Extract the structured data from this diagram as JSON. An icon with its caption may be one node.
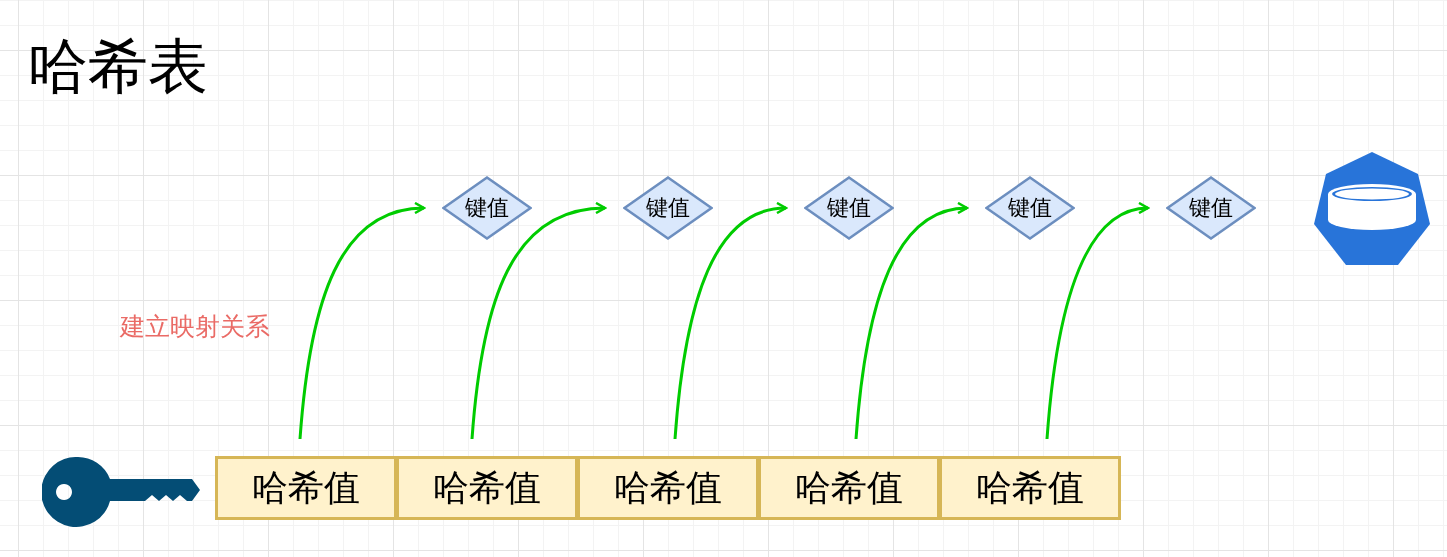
{
  "diagram": {
    "title": "哈希表",
    "nodes": [
      {
        "text": [
          "键值"
        ]
      },
      {
        "text": [
          "键值"
        ]
      },
      {
        "text": [
          "键值"
        ]
      },
      {
        "text": [
          "键值"
        ]
      },
      {
        "text": [
          "键值"
        ]
      },
      {
        "text": [
          "哈希值"
        ]
      },
      {
        "text": [
          "哈希值"
        ]
      },
      {
        "text": [
          "哈希值"
        ]
      },
      {
        "text": [
          "哈希值"
        ]
      },
      {
        "text": [
          "哈希值"
        ]
      }
    ],
    "edges": [
      {
        "from": 5,
        "to": 0,
        "arrow": "to"
      },
      {
        "from": 6,
        "to": 1,
        "arrow": "to"
      },
      {
        "from": 7,
        "to": 2,
        "arrow": "to"
      },
      {
        "from": 8,
        "to": 3,
        "arrow": "to"
      },
      {
        "from": 9,
        "to": 4,
        "arrow": "to"
      }
    ],
    "labels": [
      "建立映射关系"
    ]
  }
}
